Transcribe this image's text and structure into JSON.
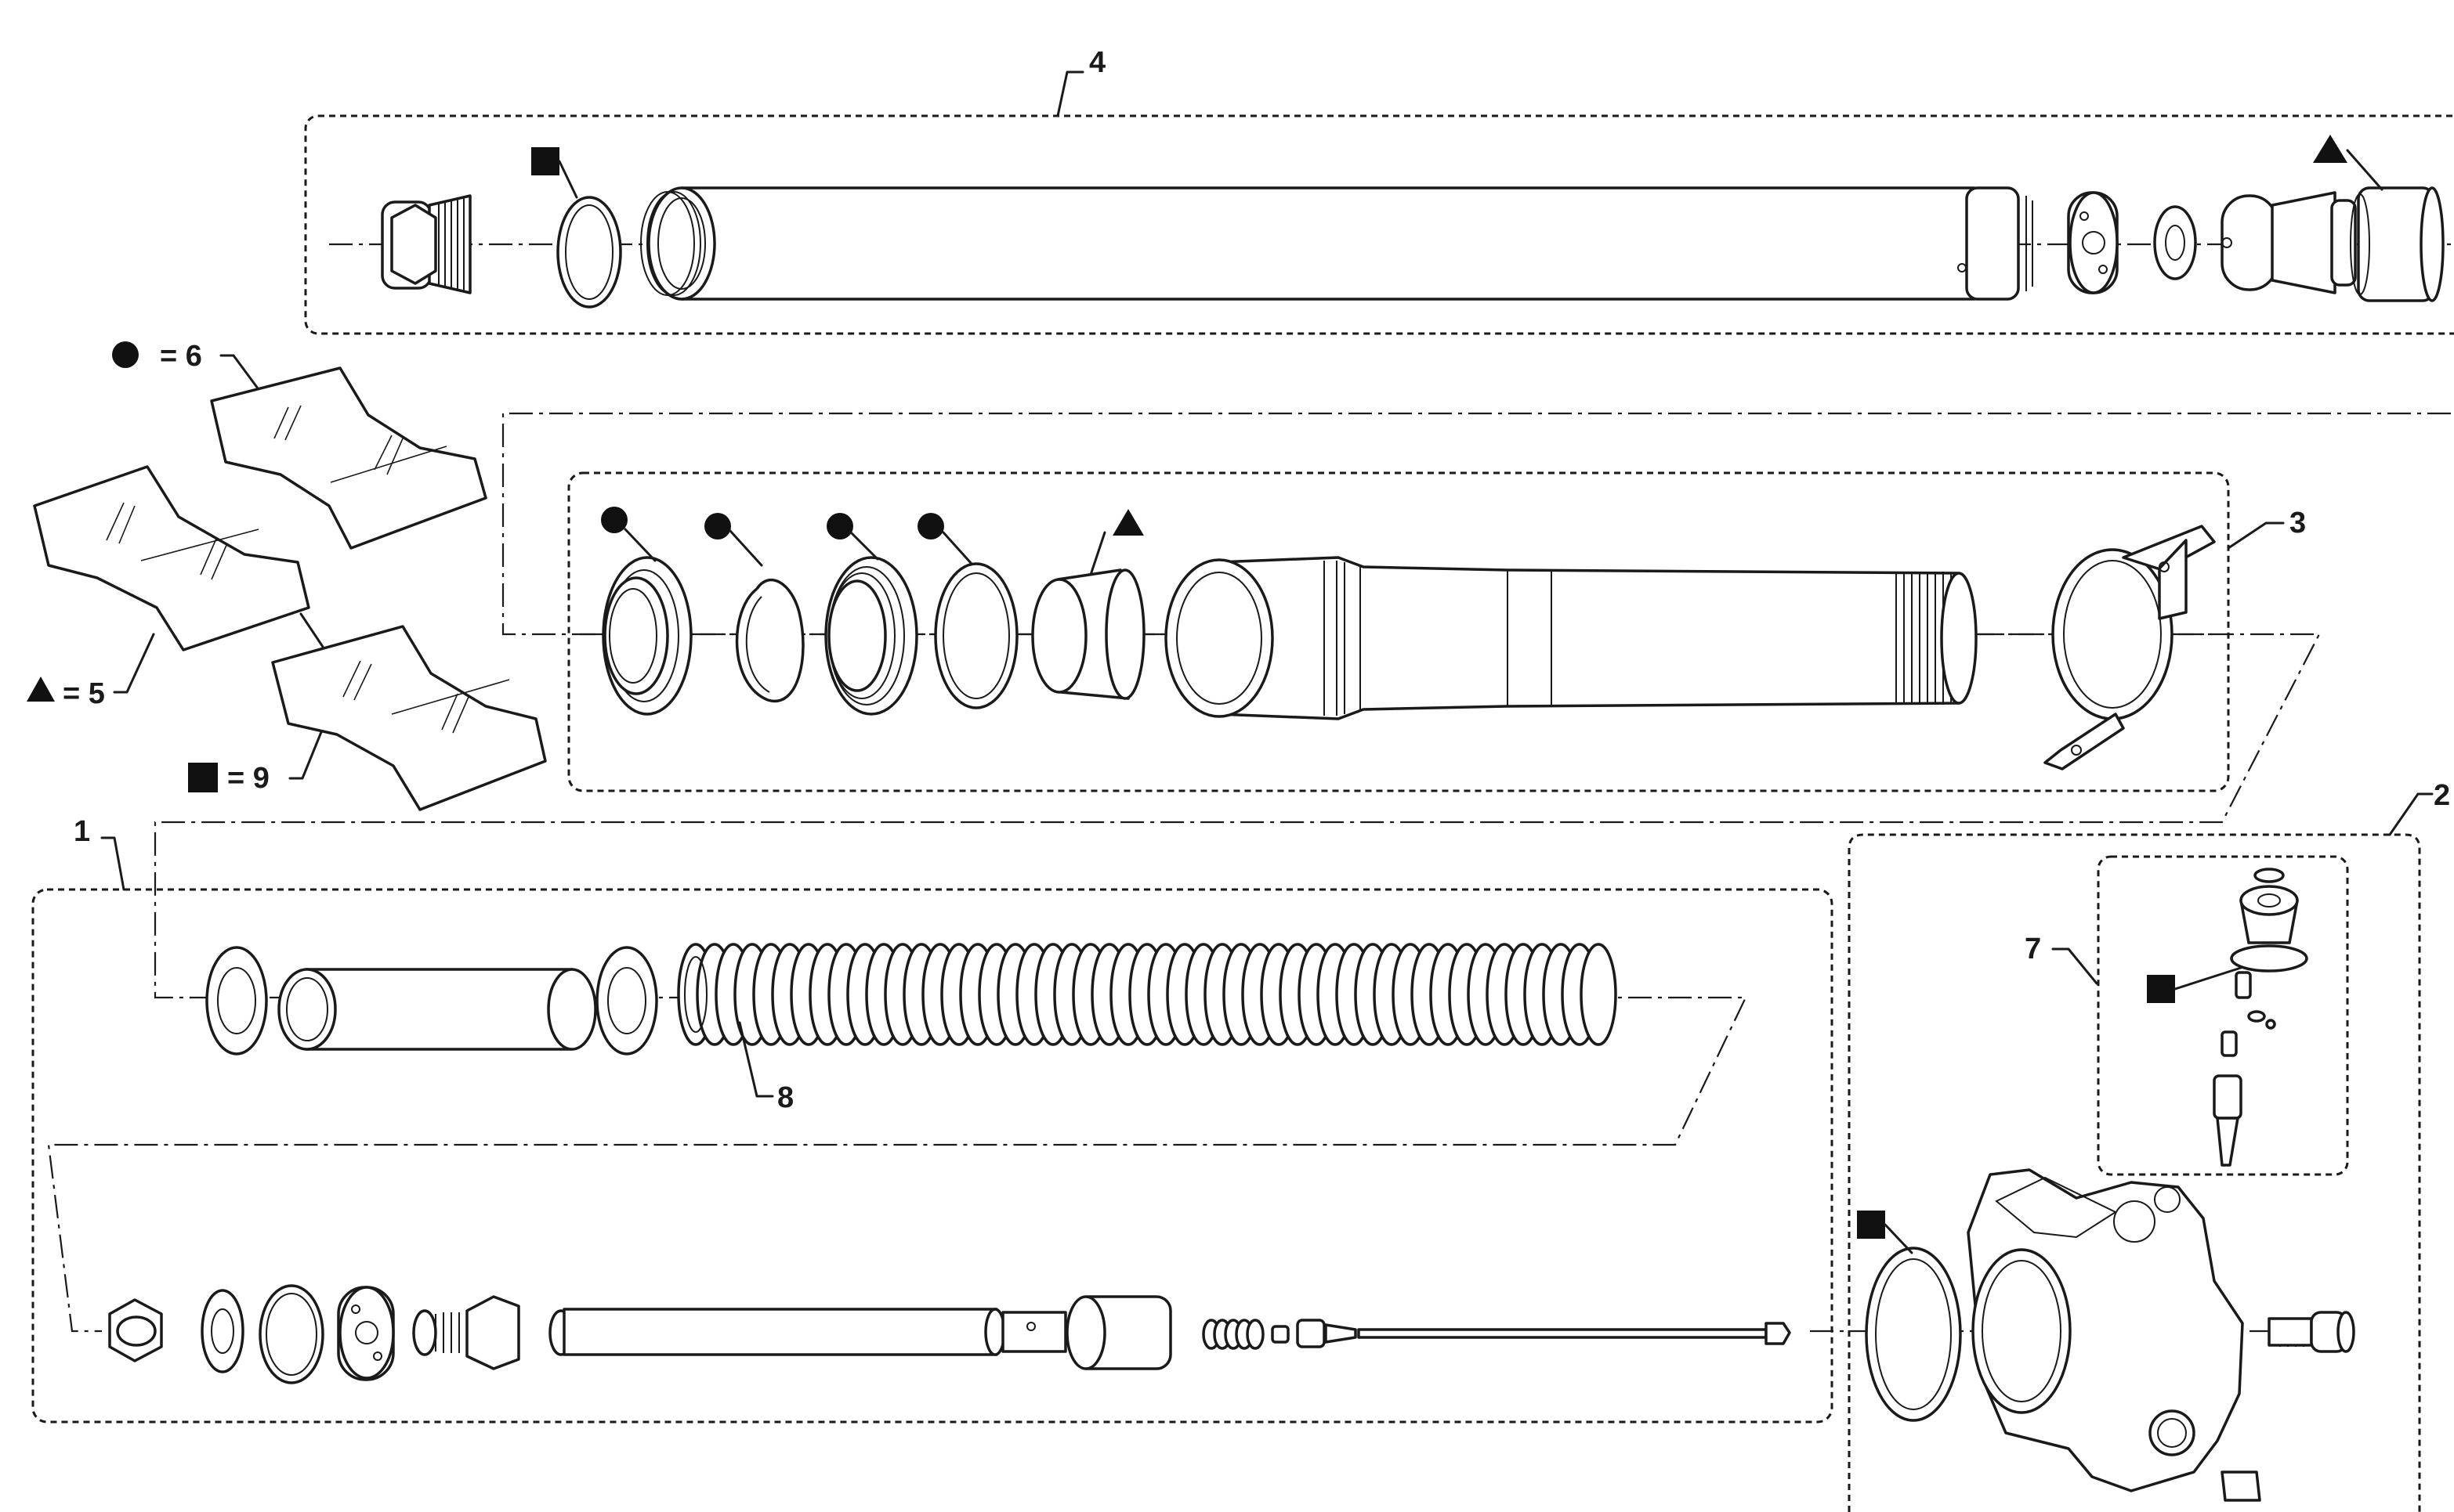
{
  "callouts": {
    "group_1": "1",
    "group_2": "2",
    "group_3": "3",
    "group_4": "4",
    "group_7": "7",
    "spring_8": "8"
  },
  "legend": [
    {
      "symbol": "circle",
      "text": "= 6"
    },
    {
      "symbol": "triangle",
      "text": "= 5"
    },
    {
      "symbol": "square",
      "text": "= 9"
    }
  ],
  "marker_colors": {
    "line": "#1a1a1a",
    "fill": "#111111"
  }
}
